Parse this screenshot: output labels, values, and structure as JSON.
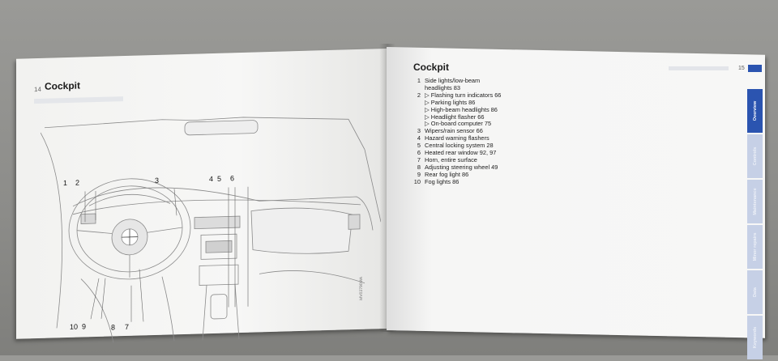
{
  "left_page": {
    "page_number": "14",
    "title": "Cockpit",
    "callouts": {
      "c1": "1",
      "c2": "2",
      "c3": "3",
      "c4": "4",
      "c5": "5",
      "c6": "6",
      "c7": "7",
      "c8": "8",
      "c9": "9",
      "c10": "10"
    },
    "illustration_code": "MV03790MA"
  },
  "right_page": {
    "page_number": "15",
    "title": "Cockpit",
    "items": [
      {
        "num": "1",
        "lines": [
          "Side lights/low-beam",
          "headlights  83"
        ]
      },
      {
        "num": "2",
        "lines": [
          "▷ Flashing turn indicators  66",
          "▷ Parking lights  86",
          "▷ High-beam headlights  86",
          "▷ Headlight flasher  66",
          "▷ On-board computer  75"
        ]
      },
      {
        "num": "3",
        "lines": [
          "Wipers/rain sensor  66"
        ]
      },
      {
        "num": "4",
        "lines": [
          "Hazard warning flashers"
        ]
      },
      {
        "num": "5",
        "lines": [
          "Central locking system  28"
        ]
      },
      {
        "num": "6",
        "lines": [
          "Heated rear window  92, 97"
        ]
      },
      {
        "num": "7",
        "lines": [
          "Horn, entire surface"
        ]
      },
      {
        "num": "8",
        "lines": [
          "Adjusting steering wheel  49"
        ]
      },
      {
        "num": "9",
        "lines": [
          "Rear fog light  86"
        ]
      },
      {
        "num": "10",
        "lines": [
          "Fog lights  86"
        ]
      }
    ],
    "tabs": [
      "Overview",
      "Controls",
      "Maintenance",
      "Minor repairs",
      "Data",
      "Keywords"
    ]
  },
  "colors": {
    "tab_active": "#2b54b0",
    "tab_inactive": "#c6d0e6"
  }
}
